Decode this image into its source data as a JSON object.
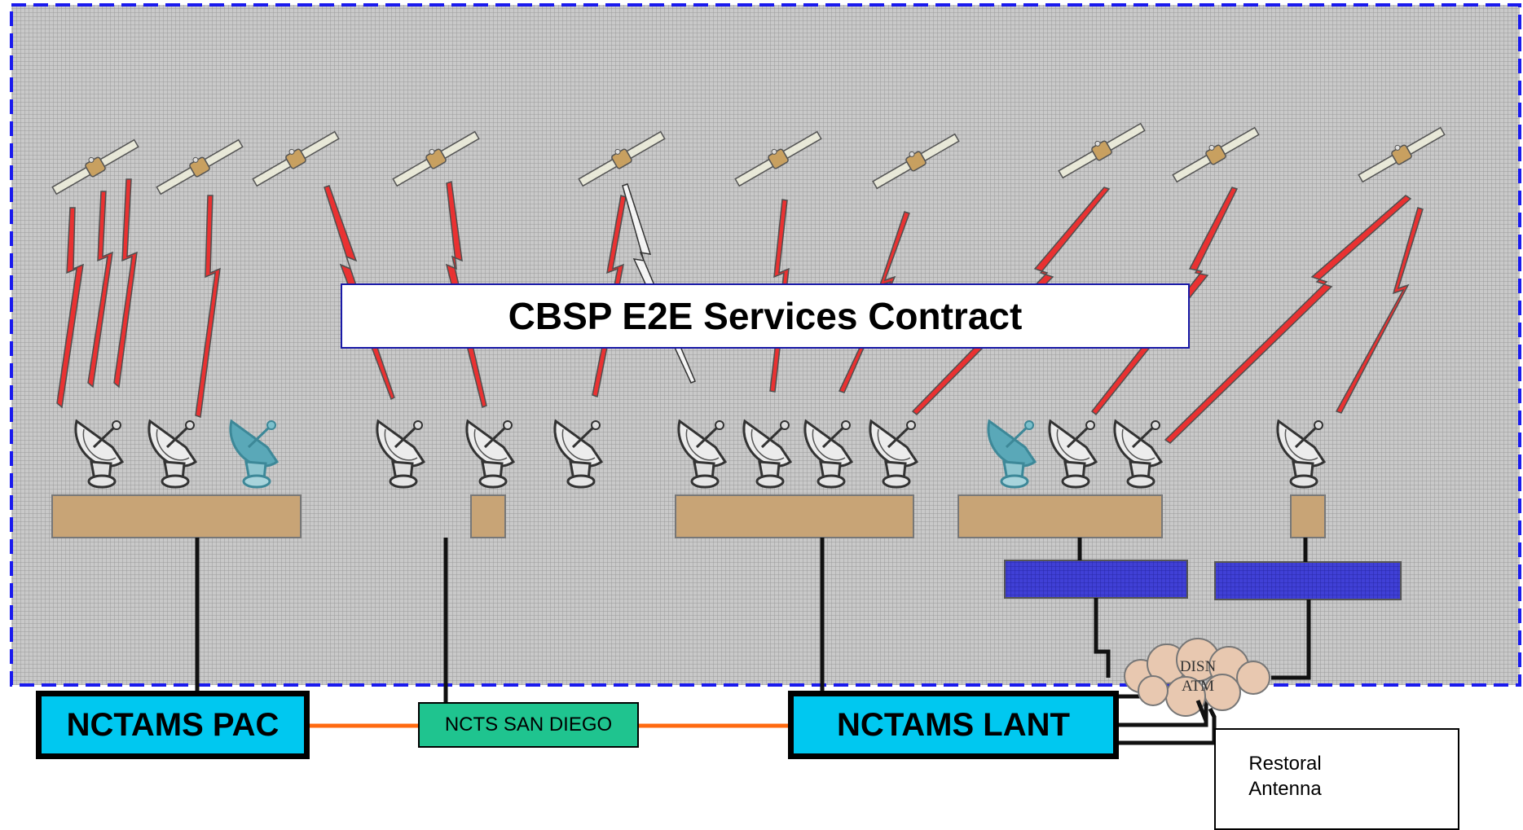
{
  "title": "CBSP E2E Services Contract",
  "nodes": {
    "pac": "NCTAMS PAC",
    "san_diego": "NCTS SAN DIEGO",
    "lant": "NCTAMS LANT"
  },
  "cloud": {
    "line1": "DISN",
    "line2": "ATM"
  },
  "restoral": {
    "label": "Restoral\nAntenna"
  },
  "colors": {
    "facility": "#c8a476",
    "modem": "#3c3cc8",
    "link_red": "#ee2222",
    "orange_link": "#ff6a10",
    "nctams": "#00c8f0",
    "ncts": "#1fc48f",
    "region_border": "#1a1aee",
    "teal_antenna": "#5aa8b8"
  },
  "icons": [
    "satellite-icon",
    "dish-antenna-icon",
    "lightning-link-icon",
    "cloud-icon"
  ]
}
